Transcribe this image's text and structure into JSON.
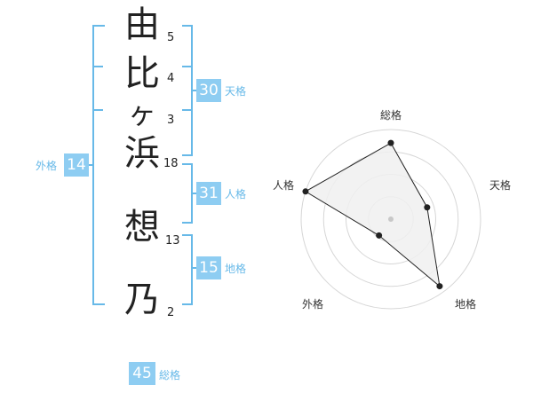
{
  "name": {
    "characters": [
      "由",
      "比",
      "ヶ",
      "浜",
      "想",
      "乃"
    ],
    "strokes": [
      "5",
      "4",
      "3",
      "18",
      "13",
      "2"
    ]
  },
  "kakusu": {
    "tenkaku": {
      "value": "30",
      "label": "天格"
    },
    "jinkaku": {
      "value": "31",
      "label": "人格"
    },
    "chikaku": {
      "value": "15",
      "label": "地格"
    },
    "gaikaku": {
      "value": "14",
      "label": "外格"
    },
    "soukaku": {
      "value": "45",
      "label": "総格"
    }
  },
  "radar": {
    "labels": {
      "soukaku": "総格",
      "tenkaku": "天格",
      "chikaku": "地格",
      "gaikaku": "外格",
      "jinkaku": "人格"
    },
    "levels": 4,
    "values": {
      "soukaku": 3.4,
      "tenkaku": 1.7,
      "chikaku": 3.7,
      "gaikaku": 0.9,
      "jinkaku": 4.0
    },
    "max": 4,
    "colors": {
      "grid": "#d6d6d6",
      "fill": "#f0f0f0",
      "line": "#222222",
      "center": "#c8c8c8"
    }
  },
  "colors": {
    "accent": "#67b9e8",
    "badge": "#8ecdf2"
  }
}
